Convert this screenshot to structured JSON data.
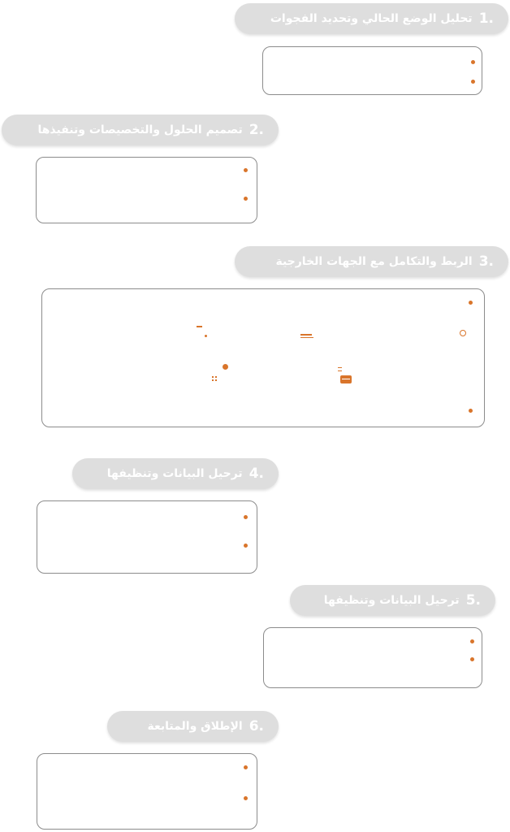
{
  "sections": [
    {
      "number": "1.",
      "title": "تحليل الوضع الحالي وتحديد الفجوات"
    },
    {
      "number": "2.",
      "title": "تصميم الحلول والتخصيصات وتنفيذها"
    },
    {
      "number": "3.",
      "title": "الربط والتكامل مع الجهات الخارجية"
    },
    {
      "number": "4.",
      "title": "ترحيل البيانات وتنظيفها"
    },
    {
      "number": "5.",
      "title": "ترحيل البيانات وتنظيفها"
    },
    {
      "number": "6.",
      "title": "الإطلاق والمتابعة"
    }
  ],
  "colors": {
    "accent": "#d9752b",
    "pill": "#dedede",
    "border": "#8c8c8c"
  }
}
